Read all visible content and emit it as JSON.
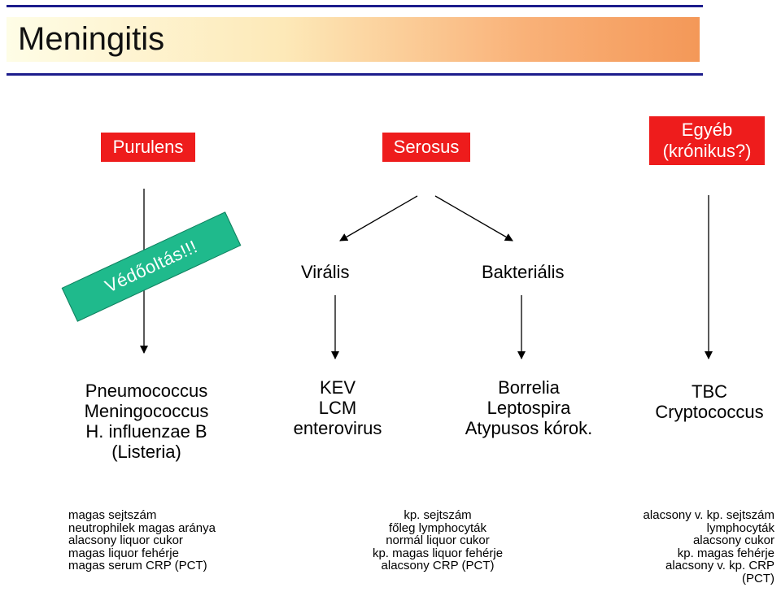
{
  "title": "Meningitis",
  "categories": {
    "purulens": "Purulens",
    "serosus": "Serosus",
    "egyeb_line1": "Egyéb",
    "egyeb_line2": "(krónikus?)"
  },
  "branches": {
    "viralis": "Virális",
    "bakterialis": "Bakteriális"
  },
  "vaccination_banner": "Védőoltás!!!",
  "pathogens": {
    "purulens": [
      "Pneumococcus",
      "Meningococcus",
      "H. influenzae B",
      "(Listeria)"
    ],
    "viralis": [
      "KEV",
      "LCM",
      "enterovirus"
    ],
    "bakterialis": [
      "Borrelia",
      "Leptospira",
      "Atypusos kórok."
    ],
    "egyeb": [
      "TBC",
      "Cryptococcus"
    ]
  },
  "findings": {
    "purulens": [
      "magas sejtszám",
      "neutrophilek magas aránya",
      "alacsony liquor cukor",
      "magas liquor fehérje",
      "magas serum CRP (PCT)"
    ],
    "serosus": [
      "kp. sejtszám",
      "főleg lymphocyták",
      "normál liquor cukor",
      "kp. magas liquor fehérje",
      "alacsony CRP (PCT)"
    ],
    "egyeb": [
      "alacsony v. kp. sejtszám",
      "lymphocyták",
      "alacsony cukor",
      "kp. magas fehérje",
      "alacsony v. kp. CRP",
      "(PCT)"
    ]
  }
}
